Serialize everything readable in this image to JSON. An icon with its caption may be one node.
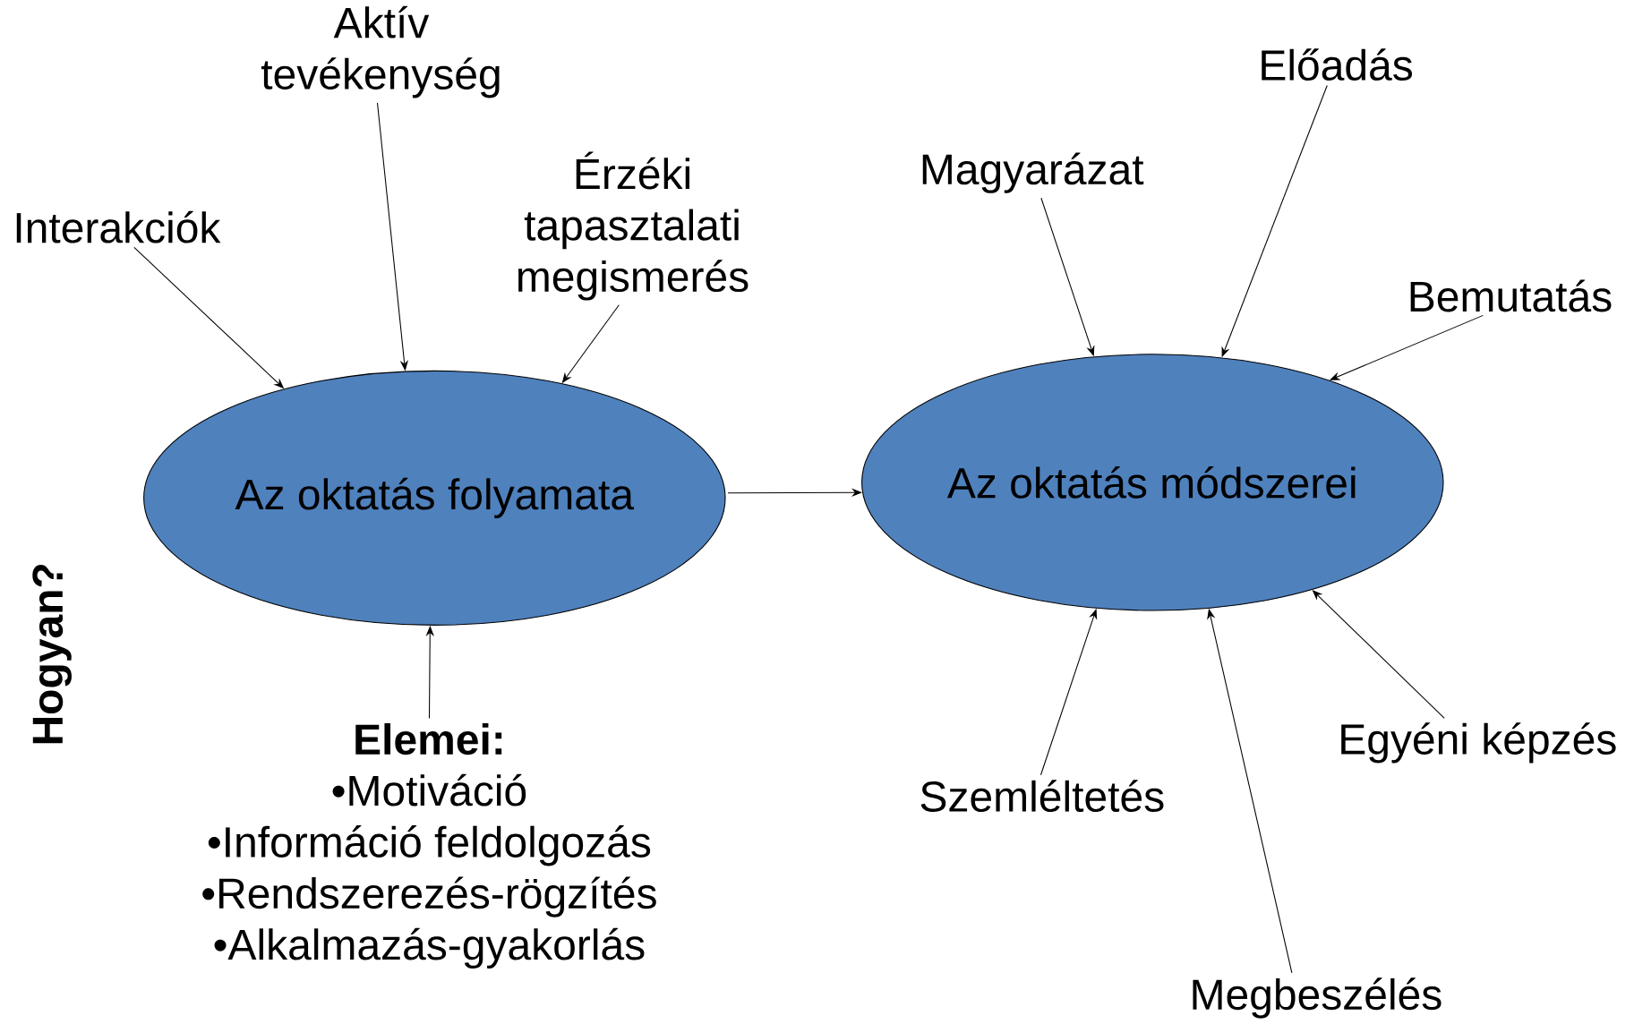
{
  "diagram": {
    "nodes": [
      {
        "text": [
          "Az oktatás folyamata"
        ]
      },
      {
        "text": [
          "Az oktatás módszerei"
        ]
      },
      {
        "text": [
          "Interakciók"
        ]
      },
      {
        "text": [
          "Aktív tevékenység"
        ]
      },
      {
        "text": [
          "Érzéki tapasztalati megismerés"
        ]
      },
      {
        "text": [
          "Elemei:",
          "•Motiváció",
          "•Információ feldolgozás",
          "•Rendszerezés-rögzítés",
          "•Alkalmazás-gyakorlás"
        ]
      },
      {
        "text": [
          "Magyarázat"
        ]
      },
      {
        "text": [
          "Előadás"
        ]
      },
      {
        "text": [
          "Bemutatás"
        ]
      },
      {
        "text": [
          "Egyéni képzés"
        ]
      },
      {
        "text": [
          "Megbeszélés"
        ]
      },
      {
        "text": [
          "Szemléltetés"
        ]
      }
    ],
    "edges": [
      {
        "from": 2,
        "to": 0,
        "arrow": "to"
      },
      {
        "from": 3,
        "to": 0,
        "arrow": "to"
      },
      {
        "from": 4,
        "to": 0,
        "arrow": "to"
      },
      {
        "from": 5,
        "to": 0,
        "arrow": "to"
      },
      {
        "from": 0,
        "to": 1,
        "arrow": "to"
      },
      {
        "from": 6,
        "to": 1,
        "arrow": "to"
      },
      {
        "from": 7,
        "to": 1,
        "arrow": "to"
      },
      {
        "from": 8,
        "to": 1,
        "arrow": "to"
      },
      {
        "from": 9,
        "to": 1,
        "arrow": "to"
      },
      {
        "from": 10,
        "to": 1,
        "arrow": "to"
      },
      {
        "from": 11,
        "to": 1,
        "arrow": "to"
      }
    ],
    "labels": [
      "Hogyan?"
    ]
  }
}
